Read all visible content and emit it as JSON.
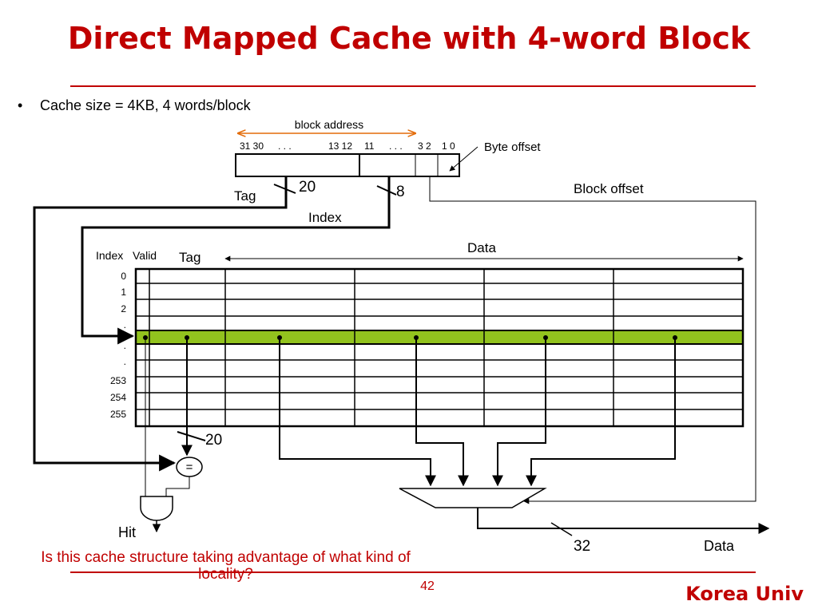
{
  "title": "Direct Mapped Cache with 4-word Block",
  "bullet": "Cache size = 4KB, 4 words/block",
  "address": {
    "block_address_label": "block address",
    "bit_labels": [
      "31 30",
      ". . .",
      "13 12",
      "11",
      ". . .",
      "3 2",
      "1 0"
    ],
    "byte_offset_label": "Byte offset",
    "block_offset_label": "Block offset",
    "tag_label": "Tag",
    "tag_bits": "20",
    "index_label": "Index",
    "index_bits": "8"
  },
  "cache": {
    "header_index": "Index",
    "header_valid": "Valid",
    "header_tag": "Tag",
    "header_data": "Data",
    "row_labels": [
      "0",
      "1",
      "2",
      ".",
      ".",
      ".",
      "253",
      "254",
      "255"
    ],
    "highlight_color": "#92c31e"
  },
  "logic": {
    "tag_compare_bits": "20",
    "comparator_symbol": "=",
    "hit_label": "Hit",
    "data_bits": "32",
    "data_output_label": "Data"
  },
  "question": "Is this cache structure taking advantage of what kind of locality?",
  "page_number": "42",
  "brand": "Korea Univ",
  "colors": {
    "accent": "#c00000",
    "arrow": "#e36c09"
  }
}
